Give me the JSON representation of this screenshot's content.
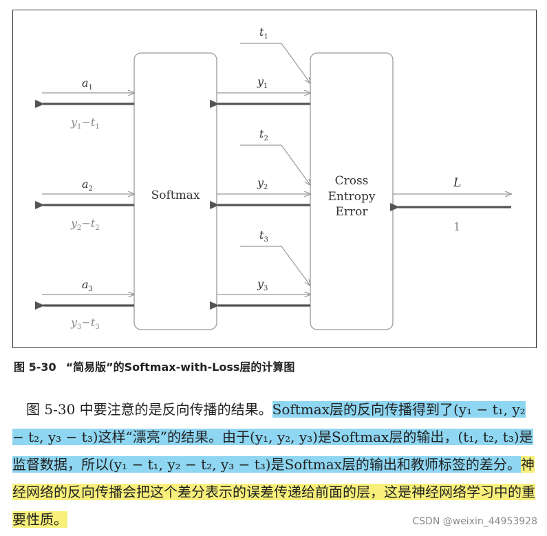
{
  "figure": {
    "softmax_label": "Softmax",
    "cross_entropy_label": [
      "Cross",
      "Entropy",
      "Error"
    ],
    "inputs": [
      {
        "a": "a",
        "sub": "1",
        "grad_y": "y",
        "grad_ysub": "1",
        "grad_t": "t",
        "grad_tsub": "1"
      },
      {
        "a": "a",
        "sub": "2",
        "grad_y": "y",
        "grad_ysub": "2",
        "grad_t": "t",
        "grad_tsub": "2"
      },
      {
        "a": "a",
        "sub": "3",
        "grad_y": "y",
        "grad_ysub": "3",
        "grad_t": "t",
        "grad_tsub": "3"
      }
    ],
    "outputs": [
      {
        "y": "y",
        "ysub": "1",
        "t": "t",
        "tsub": "1"
      },
      {
        "y": "y",
        "ysub": "2",
        "t": "t",
        "tsub": "2"
      },
      {
        "y": "y",
        "ysub": "3",
        "t": "t",
        "tsub": "3"
      }
    ],
    "loss_label": "L",
    "loss_grad": "1",
    "minus": "−"
  },
  "caption": {
    "number": "图 5-30",
    "title": "“简易版”的Softmax-with-Loss层的计算图"
  },
  "paragraph": {
    "plain_1": "图 5-30 中要注意的是反向传播的结果。",
    "blue_1": "Softmax层的反向传播得到了(y₁ − t₁, y₂ − t₂, y₃ − t₃)这样“漂亮”的结果。由于(y₁, y₂, y₃)是Softmax层的输出，(t₁, t₂, t₃)是监督数据，所以(y₁ − t₁, y₂ − t₂, y₃ − t₃)是Softmax层的输出和教师标签的差分。",
    "yellow_1": "神经网络的反向传播会把这个差分表示的误差传递给前面的层，这是神经网络学习中的重要性质。"
  },
  "watermark": "CSDN @weixin_44953928"
}
